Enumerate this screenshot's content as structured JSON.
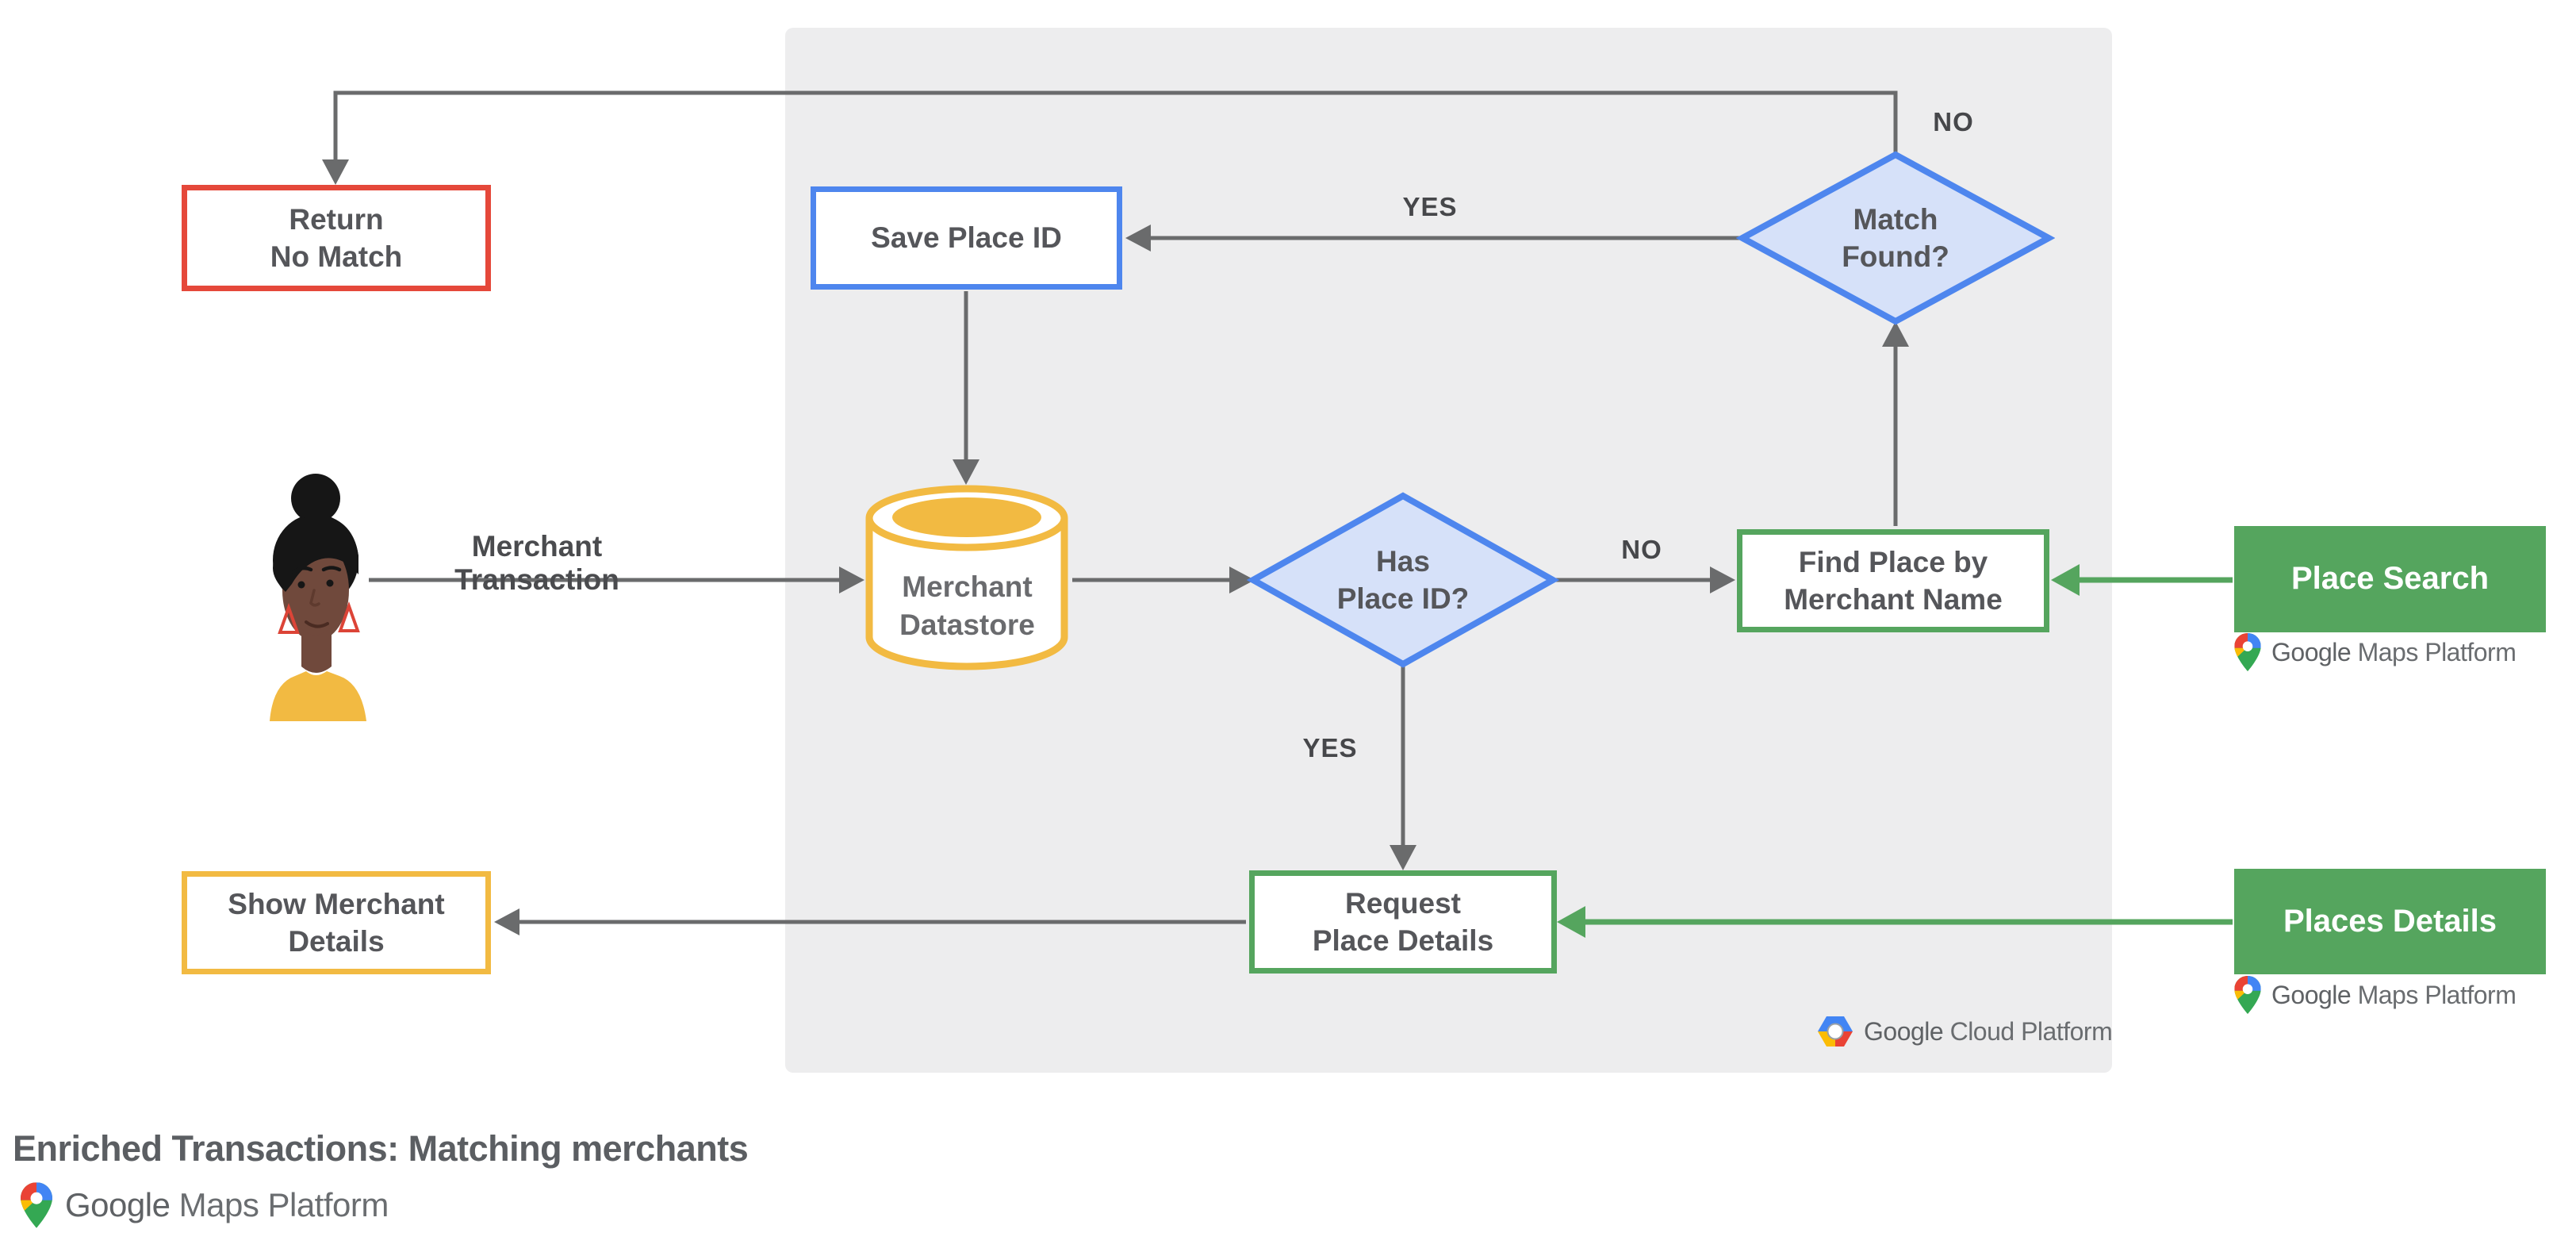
{
  "title": "Enriched Transactions: Matching merchants",
  "nodes": {
    "return_no_match": "Return\nNo Match",
    "save_place_id": "Save Place ID",
    "match_found": "Match\nFound?",
    "merchant_datastore": "Merchant\nDatastore",
    "has_place_id": "Has\nPlace ID?",
    "find_place_by_merchant_name": "Find Place by\nMerchant Name",
    "place_search": "Place Search",
    "request_place_details": "Request\nPlace Details",
    "show_merchant_details": "Show Merchant\nDetails",
    "places_details": "Places Details"
  },
  "edge_labels": {
    "match_found_no": "NO",
    "match_found_yes": "YES",
    "has_place_id_no": "NO",
    "has_place_id_yes": "YES",
    "merchant_transaction": "Merchant Transaction"
  },
  "logos": {
    "maps_brand_google": "Google",
    "maps_brand_rest": "Maps Platform",
    "cloud_brand_google": "Google",
    "cloud_brand_rest": "Cloud Platform"
  },
  "colors": {
    "panel_bg": "#EDEDEE",
    "red": "#E5483A",
    "blue": "#4E86EE",
    "blue_fill": "#D6E1F9",
    "yellow": "#F2BA42",
    "green": "#55A55E",
    "line_gray": "#6A6B6C",
    "text_gray": "#55565A"
  }
}
